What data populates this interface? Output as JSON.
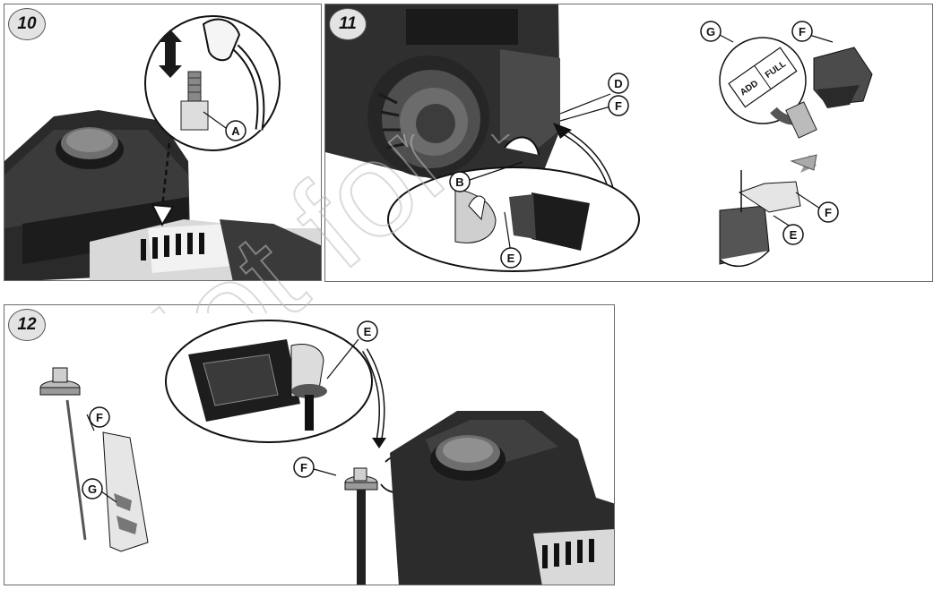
{
  "figures": [
    {
      "number": "10",
      "callouts": [
        "A"
      ]
    },
    {
      "number": "11",
      "callouts": [
        "D",
        "F",
        "B",
        "E",
        "G",
        "F",
        "F",
        "E"
      ]
    },
    {
      "number": "12",
      "callouts": [
        "E",
        "F",
        "F",
        "G"
      ]
    }
  ],
  "dipstick_markings": {
    "add": "ADD",
    "full": "FULL"
  },
  "watermark": "Not for Reprint"
}
